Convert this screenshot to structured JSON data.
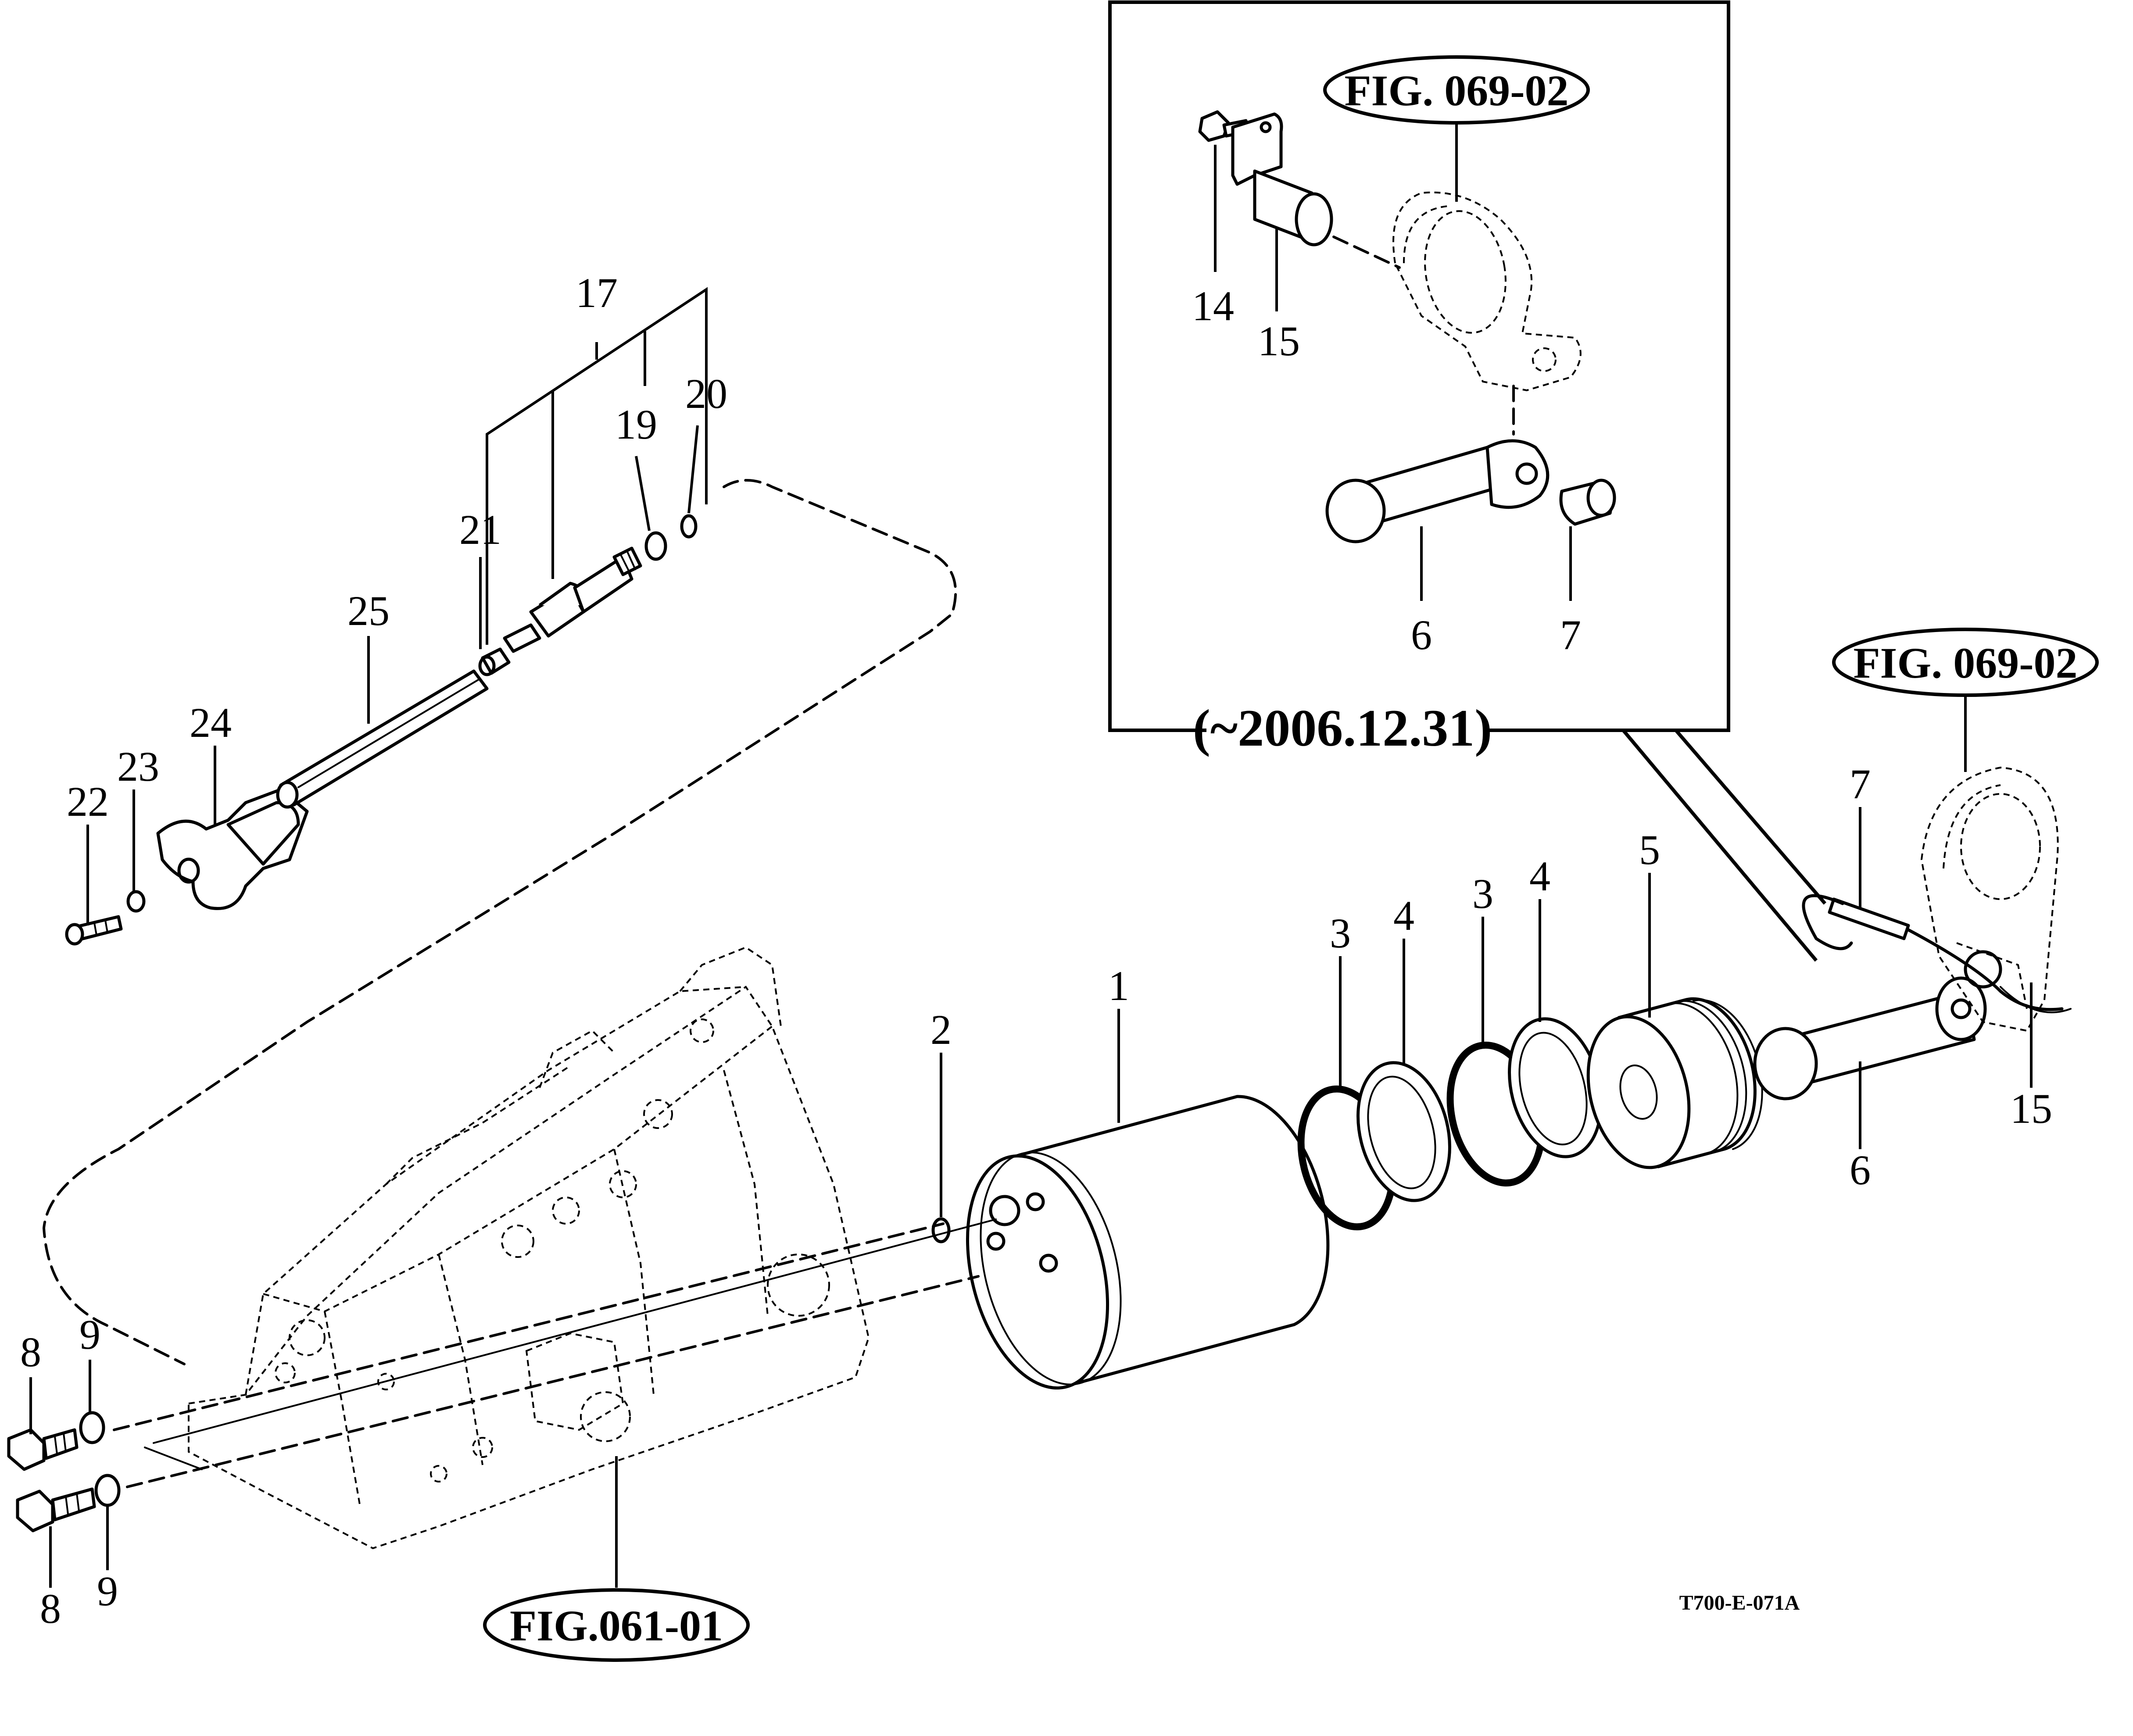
{
  "diagram": {
    "drawing_code": "T700-E-071A",
    "inset_date": "(~2006.12.31)",
    "figure_refs": {
      "inset": "FIG. 069-02",
      "right": "FIG. 069-02",
      "housing": "FIG.061-01"
    },
    "callouts": {
      "c1": "1",
      "c2": "2",
      "c3a": "3",
      "c4a": "4",
      "c3b": "3",
      "c4b": "4",
      "c5": "5",
      "c6": "6",
      "c7": "7",
      "c15": "15",
      "c8a": "8",
      "c9a": "9",
      "c8b": "8",
      "c9b": "9",
      "c17": "17",
      "c19": "19",
      "c20": "20",
      "c21": "21",
      "c22": "22",
      "c23": "23",
      "c24": "24",
      "c25": "25",
      "inset_c14": "14",
      "inset_c15": "15",
      "inset_c6": "6",
      "inset_c7": "7"
    }
  }
}
